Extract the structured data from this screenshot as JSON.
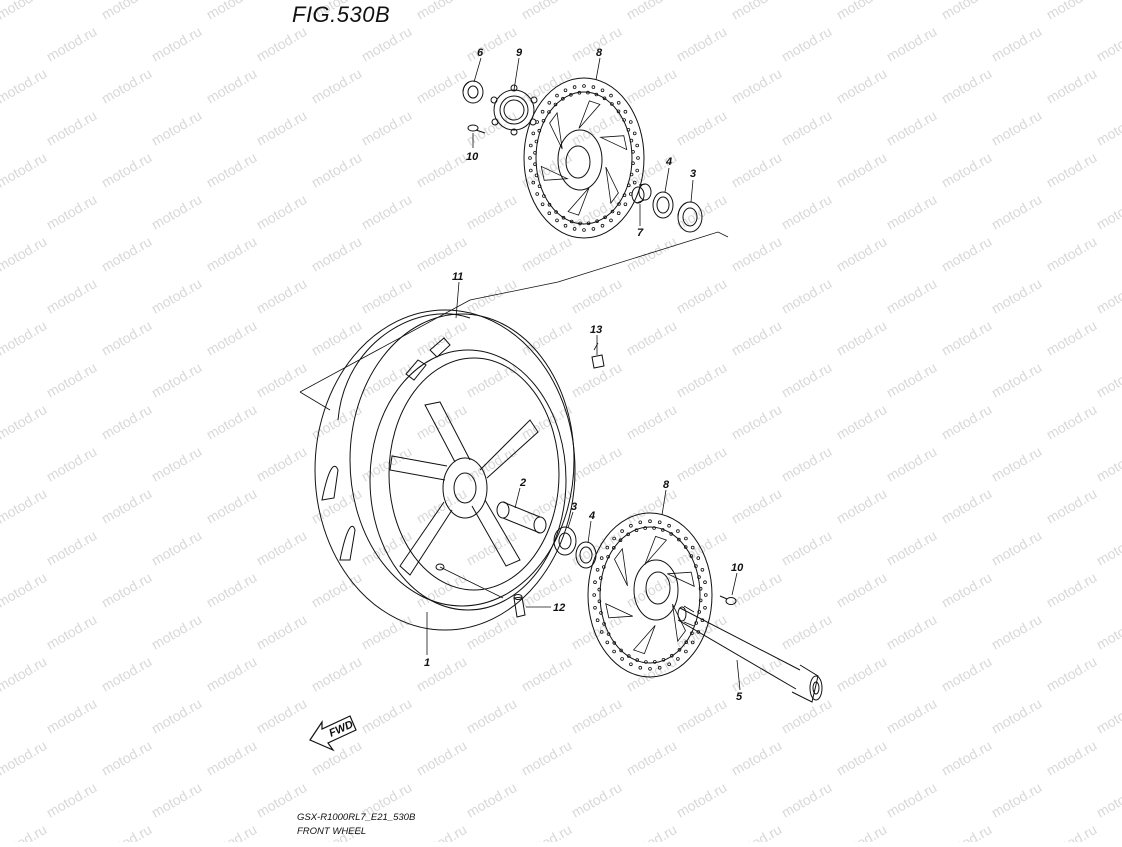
{
  "figure": {
    "title": "FIG.530B",
    "model_code": "GSX-R1000RL7_E21_530B",
    "name": "FRONT WHEEL",
    "fwd_label": "FWD",
    "watermark": "motod.ru"
  },
  "callouts": {
    "c1": "1",
    "c2": "2",
    "c3a": "3",
    "c3b": "3",
    "c4a": "4",
    "c4b": "4",
    "c5": "5",
    "c6": "6",
    "c7": "7",
    "c8a": "8",
    "c8b": "8",
    "c9": "9",
    "c10a": "10",
    "c10b": "10",
    "c11": "11",
    "c12": "12",
    "c13": "13"
  }
}
